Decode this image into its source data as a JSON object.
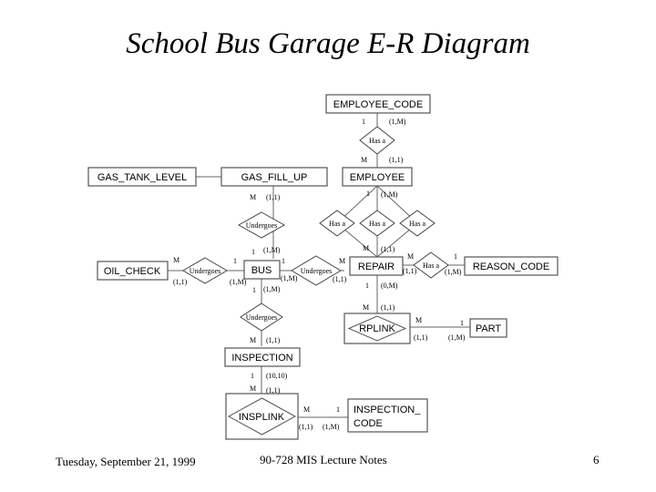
{
  "title": "School Bus Garage E-R Diagram",
  "footer": {
    "date": "Tuesday, September 21, 1999",
    "course": "90-728 MIS Lecture Notes",
    "page": "6"
  },
  "diagram": {
    "entities": {
      "employee_code": "EMPLOYEE_CODE",
      "gas_tank_level": "GAS_TANK_LEVEL",
      "gas_fill_up": "GAS_FILL_UP",
      "employee": "EMPLOYEE",
      "oil_check": "OIL_CHECK",
      "bus": "BUS",
      "repair": "REPAIR",
      "reason_code": "REASON_CODE",
      "rplink": "RPLINK",
      "part": "PART",
      "inspection": "INSPECTION",
      "insplink": "INSPLINK",
      "inspection_code_line1": "INSPECTION_",
      "inspection_code_line2": "CODE"
    },
    "relationships": {
      "has_a": "Has a",
      "undergoes": "Undergoes"
    },
    "cardinalities": {
      "one": "1",
      "many": "M",
      "one_many": "(1,M)",
      "one_one": "(1,1)",
      "zero_many": "(0,M)",
      "ten_ten": "(10,10)"
    }
  }
}
